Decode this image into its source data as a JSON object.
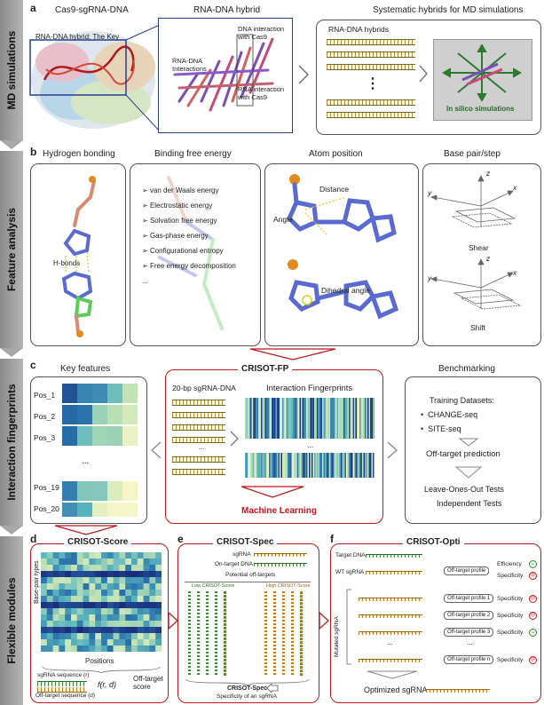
{
  "colors": {
    "accent_red": "#c0161c",
    "sidebar_gray": "#9e9e9e",
    "strand_green": "#3c8a3c",
    "strand_orange": "#c47a1a",
    "heat_dark": "#1a2a7a",
    "heat_light": "#f5f5c8"
  },
  "sections": [
    "MD simulations",
    "Feature analysis",
    "Interaction fingerprints",
    "Flexible modules"
  ],
  "panel_a": {
    "letter": "a",
    "title_left": "Cas9-sgRNA-DNA",
    "title_mid": "RNA-DNA hybrid",
    "title_right": "Systematic hybrids for MD simulations",
    "hybrid_key": "RNA-DNA hybrid: The Key",
    "ann_rnadna": "RNA-DNA\nInteractions",
    "ann_dna_cas9": "DNA interaction\nwith Cas9",
    "ann_rna_cas9": "RNA interaction\nwith Cas9",
    "hybrids_label": "RNA-DNA hybrids",
    "dots": "⋮",
    "insilico": "In silico simulations"
  },
  "panel_b": {
    "letter": "b",
    "hb_title": "Hydrogen bonding",
    "hbonds": "H-bonds",
    "bfe_title": "Binding free energy",
    "bfe_items": [
      "van der Waals energy",
      "Electrostatic energy",
      "Solvation free energy",
      "Gas-phase energy",
      "Configurational entropy",
      "Free energy decomposition",
      "..."
    ],
    "atom_title": "Atom position",
    "distance": "Distance",
    "angle": "Angle",
    "dihedral": "Dihedral angle",
    "bp_title": "Base pair/step",
    "shear": "Shear",
    "shift": "Shift",
    "ax_x": "x",
    "ax_y": "y",
    "ax_z": "z"
  },
  "panel_c": {
    "letter": "c",
    "key_title": "Key features",
    "pos": [
      "Pos_1",
      "Pos_2",
      "Pos_3",
      "Pos_19",
      "Pos_20"
    ],
    "ellipsis": "...",
    "fp_title": "CRISOT-FP",
    "seq_label": "20-bp sgRNA-DNA",
    "fp_label": "Interaction Fingerprints",
    "ml": "Machine Learning",
    "bench_title": "Benchmarking",
    "training": "Training Datasets:",
    "datasets": [
      "CHANGE-seq",
      "SITE-seq"
    ],
    "offtarget_pred": "Off-target prediction",
    "tests": [
      "Leave-Ones-Out Tests",
      "Independent Tests"
    ]
  },
  "panel_d": {
    "letter": "d",
    "title": "CRISOT-Score",
    "ylabel": "Base-pair types",
    "xlabel": "Positions",
    "sg_seq": "sgRNA sequence (r)",
    "ot_seq": "Off-target sequence (d)",
    "func": "f(r, d)",
    "result": "Off-target score"
  },
  "panel_e": {
    "letter": "e",
    "title": "CRISOT-Spec",
    "sgrna": "sgRNA",
    "ontarget": "On-target DNA",
    "potential": "Potential off-targets",
    "low": "Low CRISOT-Score",
    "high": "High CRISOT-Score",
    "bottom_title": "CRISOT-Spec",
    "bottom_sub": "Specificity of an sgRNA"
  },
  "panel_f": {
    "letter": "f",
    "title": "CRISOT-Opti",
    "target": "Target DNA",
    "wt": "WT sgRNA",
    "mutated": "Mutated sgRNA",
    "profile": "Off-target profile",
    "profiles": [
      "Off-target profile 1",
      "Off-target profile 2",
      "Off-target profile 3",
      "Off-target profile n"
    ],
    "efficiency": "Efficiency",
    "specificity": "Specificity",
    "optimized": "Optimized sgRNA"
  }
}
